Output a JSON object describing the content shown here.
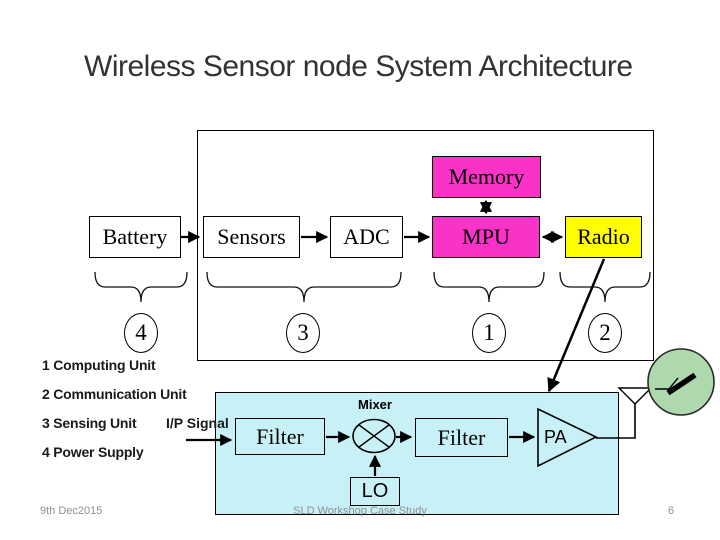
{
  "slide": {
    "title": "Wireless Sensor node System Architecture",
    "date": "9th Dec2015",
    "footer_center": "SLD Workshop Case Study",
    "page_number": "6"
  },
  "architecture": {
    "blocks": [
      {
        "id": "battery",
        "label": "Battery",
        "color": "#ffffff"
      },
      {
        "id": "sensors",
        "label": "Sensors",
        "color": "#ffffff"
      },
      {
        "id": "adc",
        "label": "ADC",
        "color": "#ffffff"
      },
      {
        "id": "mpu",
        "label": "MPU",
        "color": "#fa32c8"
      },
      {
        "id": "radio",
        "label": "Radio",
        "color": "#ffff00"
      },
      {
        "id": "memory",
        "label": "Memory",
        "color": "#fa32c8"
      }
    ],
    "group_numbers": {
      "power_supply": "4",
      "sensing_unit": "3",
      "computing_unit": "1",
      "communication_unit": "2"
    }
  },
  "legend": {
    "items": [
      "1 Computing Unit",
      "2 Communication Unit",
      "3 Sensing Unit",
      "4 Power Supply"
    ],
    "ip_signal_label": "I/P Signal"
  },
  "rf_frontend": {
    "filter_rx": "Filter",
    "mixer_label": "Mixer",
    "filter_tx": "Filter",
    "pa_label": "PA",
    "lo_label": "LO"
  },
  "colors": {
    "block_magenta": "#fa32c8",
    "block_yellow": "#ffff00",
    "rf_cyan": "#c7f1f6",
    "antenna_green": "#aed9ae"
  }
}
